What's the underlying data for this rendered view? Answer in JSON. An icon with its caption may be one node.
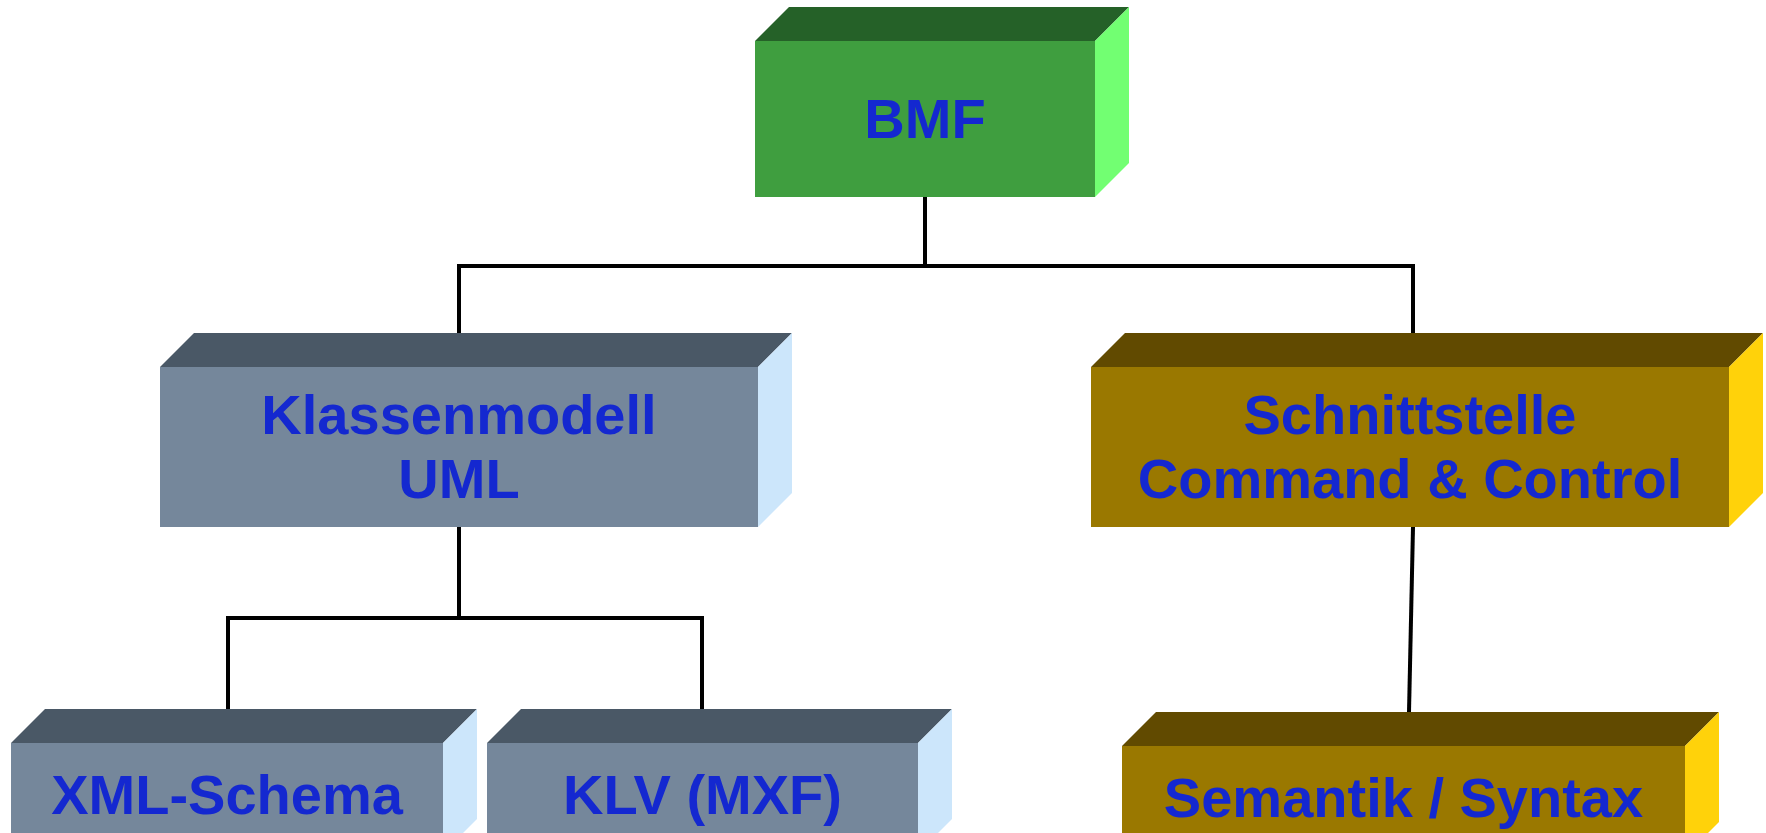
{
  "diagram": {
    "nodes": [
      {
        "text": [
          "BMF"
        ]
      },
      {
        "text": [
          "Klassenmodell UML"
        ]
      },
      {
        "text": [
          "Schnittstelle Command & Control"
        ]
      },
      {
        "text": [
          "XML-Schema"
        ]
      },
      {
        "text": [
          "KLV (MXF)"
        ]
      },
      {
        "text": [
          "Semantik / Syntax"
        ]
      }
    ],
    "edges": [
      {
        "from": 0,
        "to": 1,
        "arrow": "none"
      },
      {
        "from": 0,
        "to": 2,
        "arrow": "none"
      },
      {
        "from": 1,
        "to": 3,
        "arrow": "none"
      },
      {
        "from": 1,
        "to": 4,
        "arrow": "none"
      },
      {
        "from": 2,
        "to": 5,
        "arrow": "none"
      }
    ]
  }
}
